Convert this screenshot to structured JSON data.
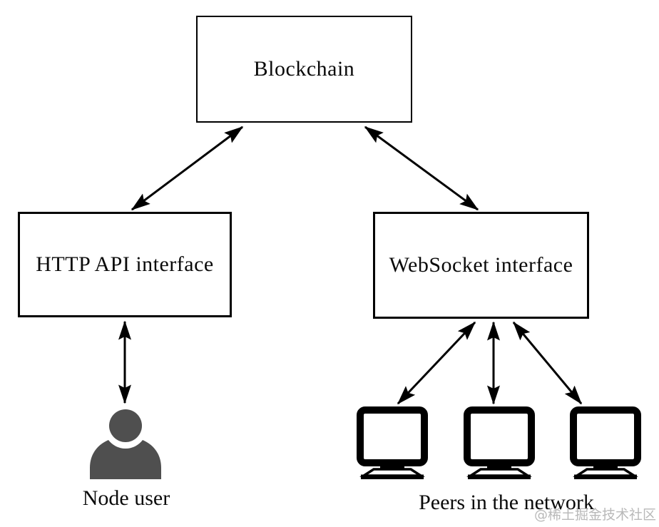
{
  "diagram": {
    "title_implied": "Blockchain node interface diagram",
    "nodes": {
      "blockchain": {
        "label": "Blockchain"
      },
      "http_api": {
        "label": "HTTP API interface"
      },
      "websocket": {
        "label": "WebSocket interface"
      }
    },
    "actors": {
      "node_user": {
        "label": "Node user",
        "icon": "person-icon"
      },
      "peers": {
        "label": "Peers in the network",
        "icon": "computer-monitor-icon",
        "monitor_count": 3
      }
    },
    "edges": [
      {
        "from": "Blockchain",
        "to": "HTTP API interface",
        "direction": "bidirectional"
      },
      {
        "from": "Blockchain",
        "to": "WebSocket interface",
        "direction": "bidirectional"
      },
      {
        "from": "HTTP API interface",
        "to": "Node user",
        "direction": "bidirectional"
      },
      {
        "from": "WebSocket interface",
        "to": "Peer monitor 1",
        "direction": "bidirectional"
      },
      {
        "from": "WebSocket interface",
        "to": "Peer monitor 2",
        "direction": "bidirectional"
      },
      {
        "from": "WebSocket interface",
        "to": "Peer monitor 3",
        "direction": "bidirectional"
      }
    ],
    "watermark": "@稀土掘金技术社区",
    "colors": {
      "background": "#ffffff",
      "line": "#000000",
      "box_border": "#000000",
      "text": "#0a0a0a",
      "person_icon": "#4f4f4f",
      "monitor_icon": "#000000",
      "watermark": "#b9b9b9"
    }
  }
}
